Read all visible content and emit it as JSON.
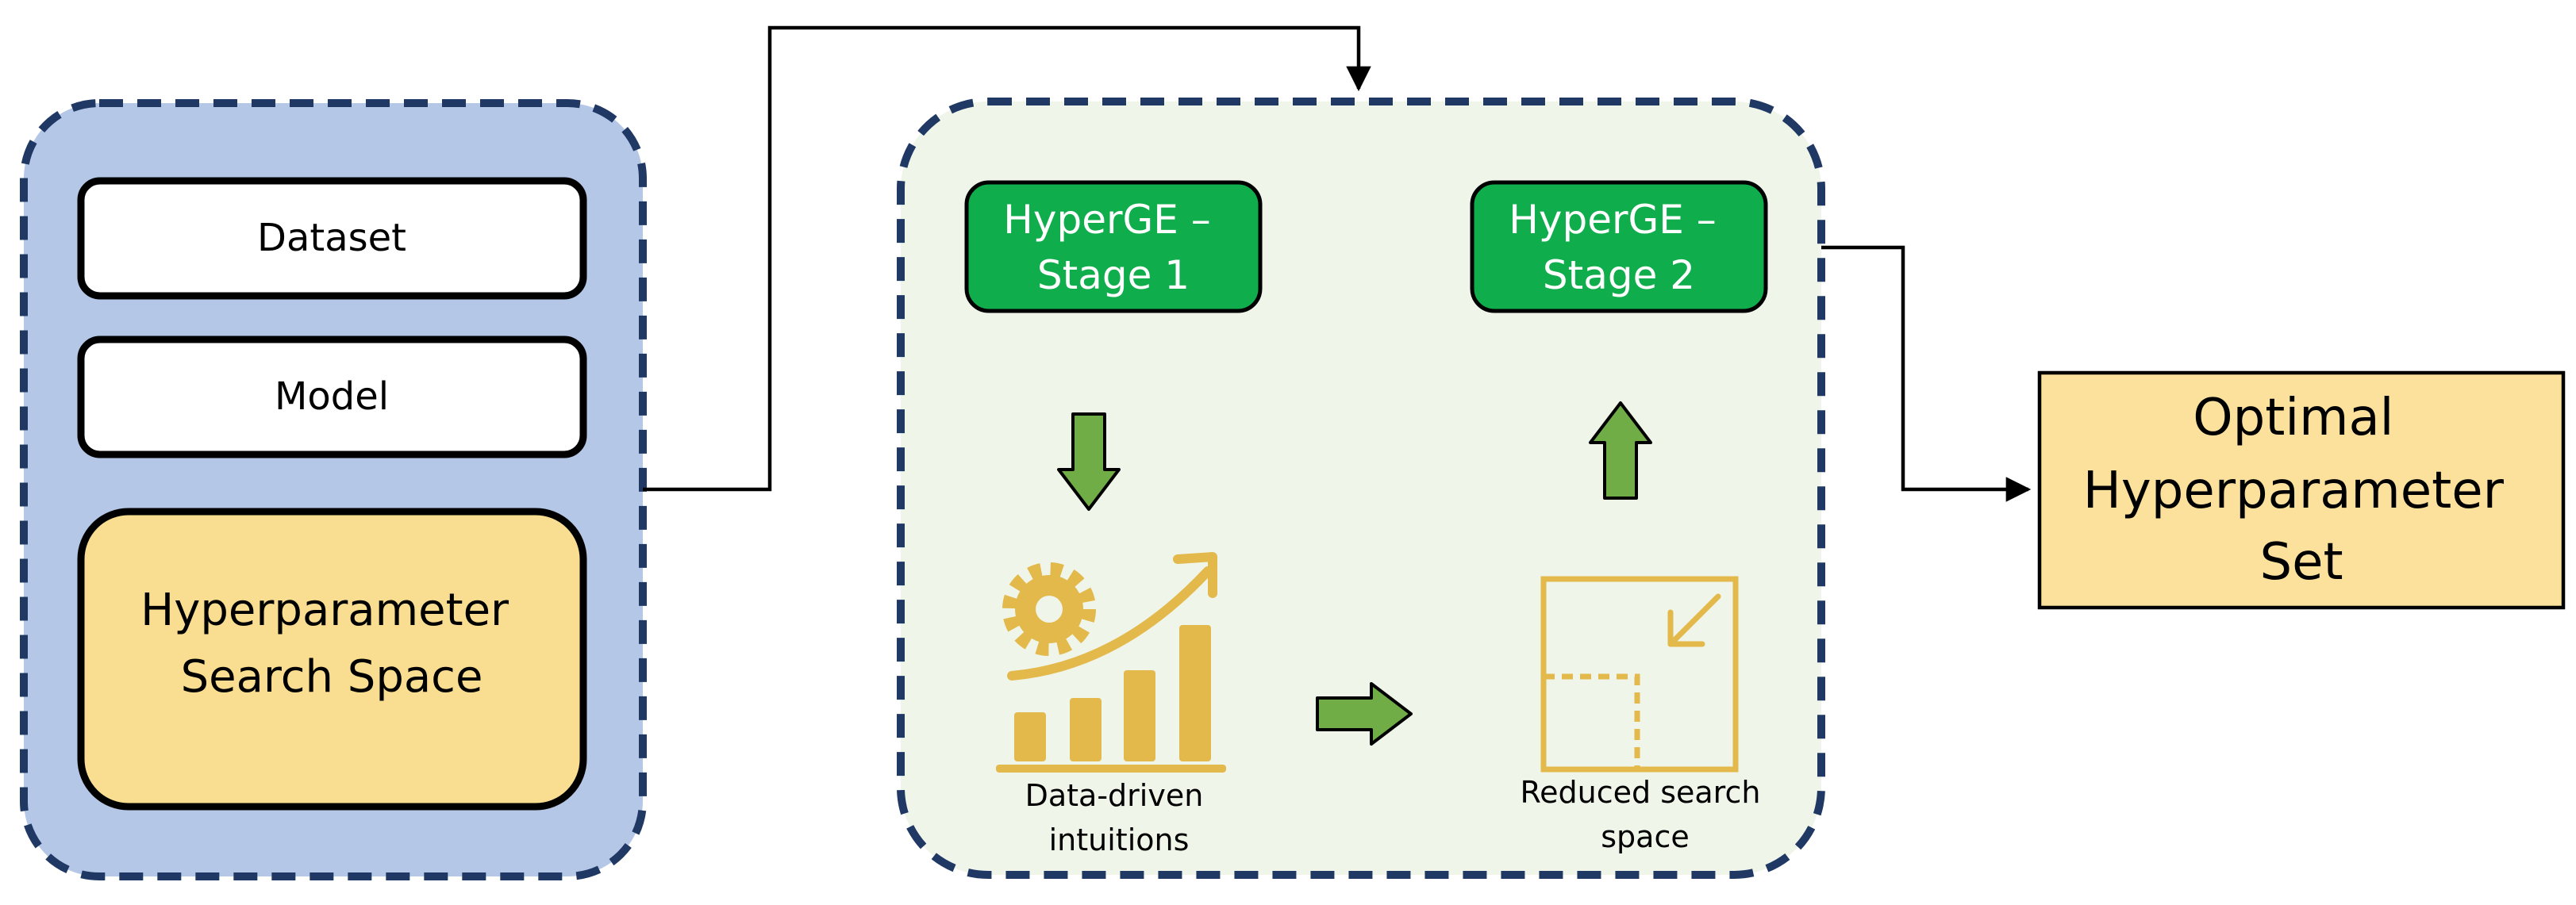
{
  "inputs": {
    "dataset": "Dataset",
    "model": "Model",
    "search_space": [
      "Hyperparameter",
      "Search Space"
    ]
  },
  "hyperge": {
    "stage1": [
      "HyperGE –",
      "Stage 1"
    ],
    "stage2": [
      "HyperGE –",
      "Stage 2"
    ],
    "intuitions_caption": [
      "Data-driven",
      "intuitions"
    ],
    "reduced_caption": [
      "Reduced search",
      "space"
    ]
  },
  "output": {
    "label": [
      "Optimal",
      "Hyperparameter",
      "Set"
    ]
  },
  "icons": {
    "down": "arrow-down-icon",
    "up": "arrow-up-icon",
    "right": "arrow-right-icon",
    "intuitions": "gear-growth-chart-icon",
    "reduced": "shrink-square-icon"
  },
  "colors": {
    "input_panel_fill": "#b4c7e7",
    "panel_border": "#1f3864",
    "process_panel_fill": "#f0f5ea",
    "stage_fill": "#0fad4c",
    "search_space_fill": "#f9dd90",
    "output_fill": "#fbe19b",
    "icon_gold": "#e2b94a",
    "arrow_green": "#70ad47"
  }
}
